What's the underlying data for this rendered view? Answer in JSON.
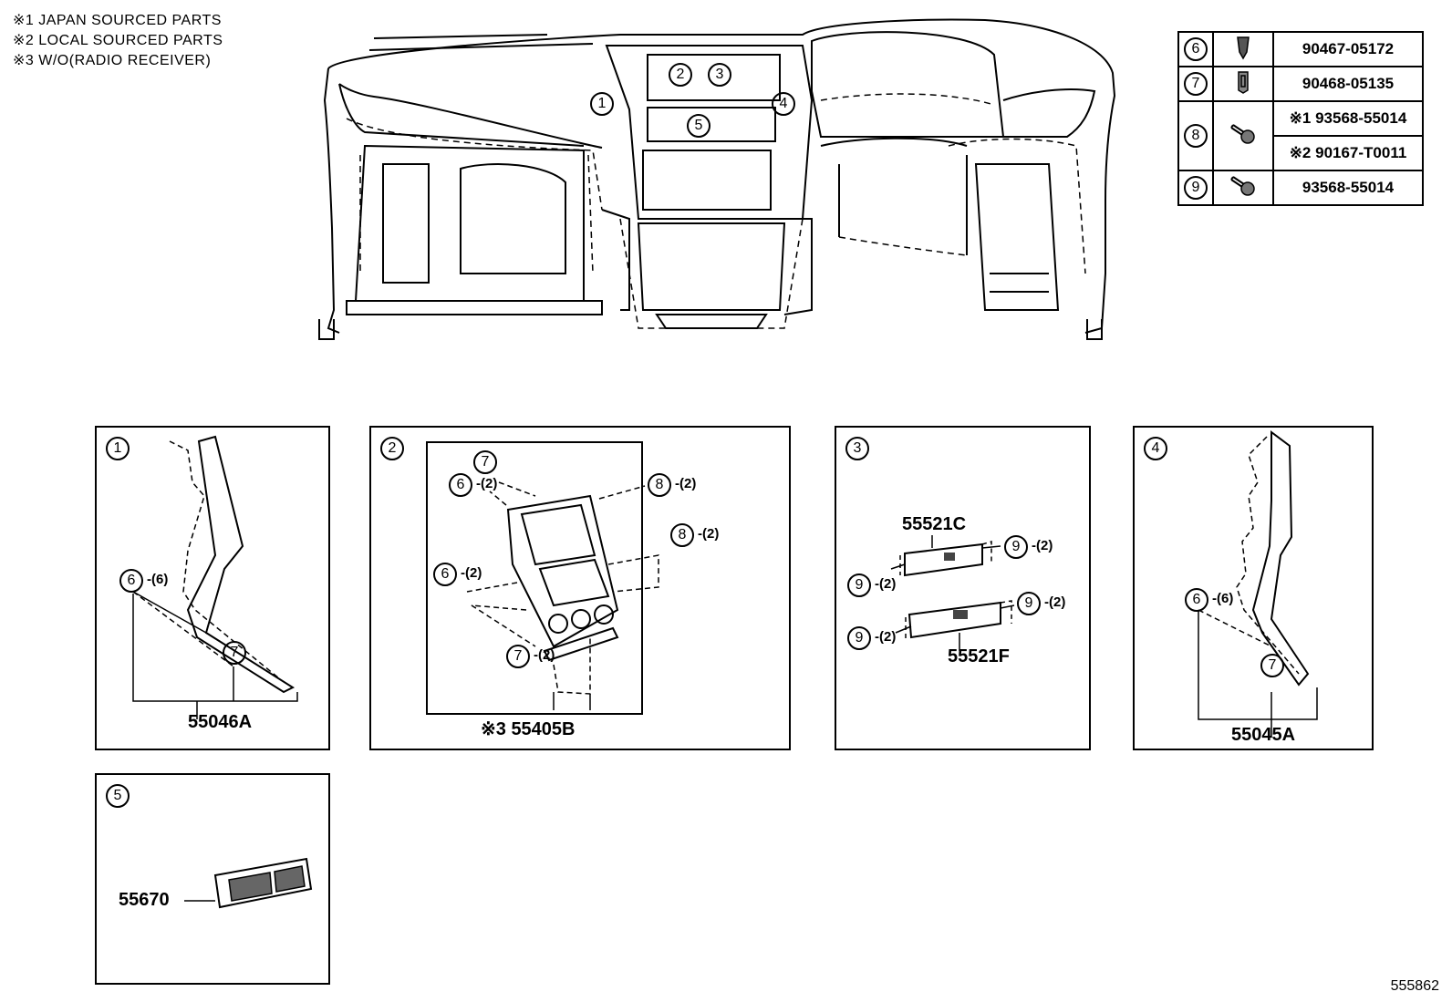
{
  "notes": [
    "※1 JAPAN SOURCED PARTS",
    "※2 LOCAL SOURCED PARTS",
    "※3 W/O(RADIO RECEIVER)"
  ],
  "legend": [
    {
      "num": "6",
      "parts": [
        "90467-05172"
      ],
      "icon": "clip-icon"
    },
    {
      "num": "7",
      "parts": [
        "90468-05135"
      ],
      "icon": "retainer-clip-icon"
    },
    {
      "num": "8",
      "parts": [
        "※1 93568-55014",
        "※2 90167-T0011"
      ],
      "icon": "screw-icon"
    },
    {
      "num": "9",
      "parts": [
        "93568-55014"
      ],
      "icon": "screw-icon"
    }
  ],
  "overview_callouts": [
    "1",
    "2",
    "3",
    "4",
    "5"
  ],
  "panels": {
    "p1": {
      "num": "1",
      "part": "55046A",
      "c6": "6",
      "c6_qty": "-(6)",
      "c7": "7"
    },
    "p2": {
      "num": "2",
      "part": "※3 55405B",
      "c7a": "7",
      "c6a": "6",
      "c6a_qty": "-(2)",
      "c8a": "8",
      "c8a_qty": "-(2)",
      "c8b": "8",
      "c8b_qty": "-(2)",
      "c6b": "6",
      "c6b_qty": "-(2)",
      "c7b": "7",
      "c7b_qty": "-(2)"
    },
    "p3": {
      "num": "3",
      "part_top": "55521C",
      "part_bottom": "55521F",
      "c9a": "9",
      "c9a_qty": "-(2)",
      "c9b": "9",
      "c9b_qty": "-(2)",
      "c9c": "9",
      "c9c_qty": "-(2)",
      "c9d": "9",
      "c9d_qty": "-(2)"
    },
    "p4": {
      "num": "4",
      "part": "55045A",
      "c6": "6",
      "c6_qty": "-(6)",
      "c7": "7"
    },
    "p5": {
      "num": "5",
      "part": "55670"
    }
  },
  "diagram_ref": "555862"
}
